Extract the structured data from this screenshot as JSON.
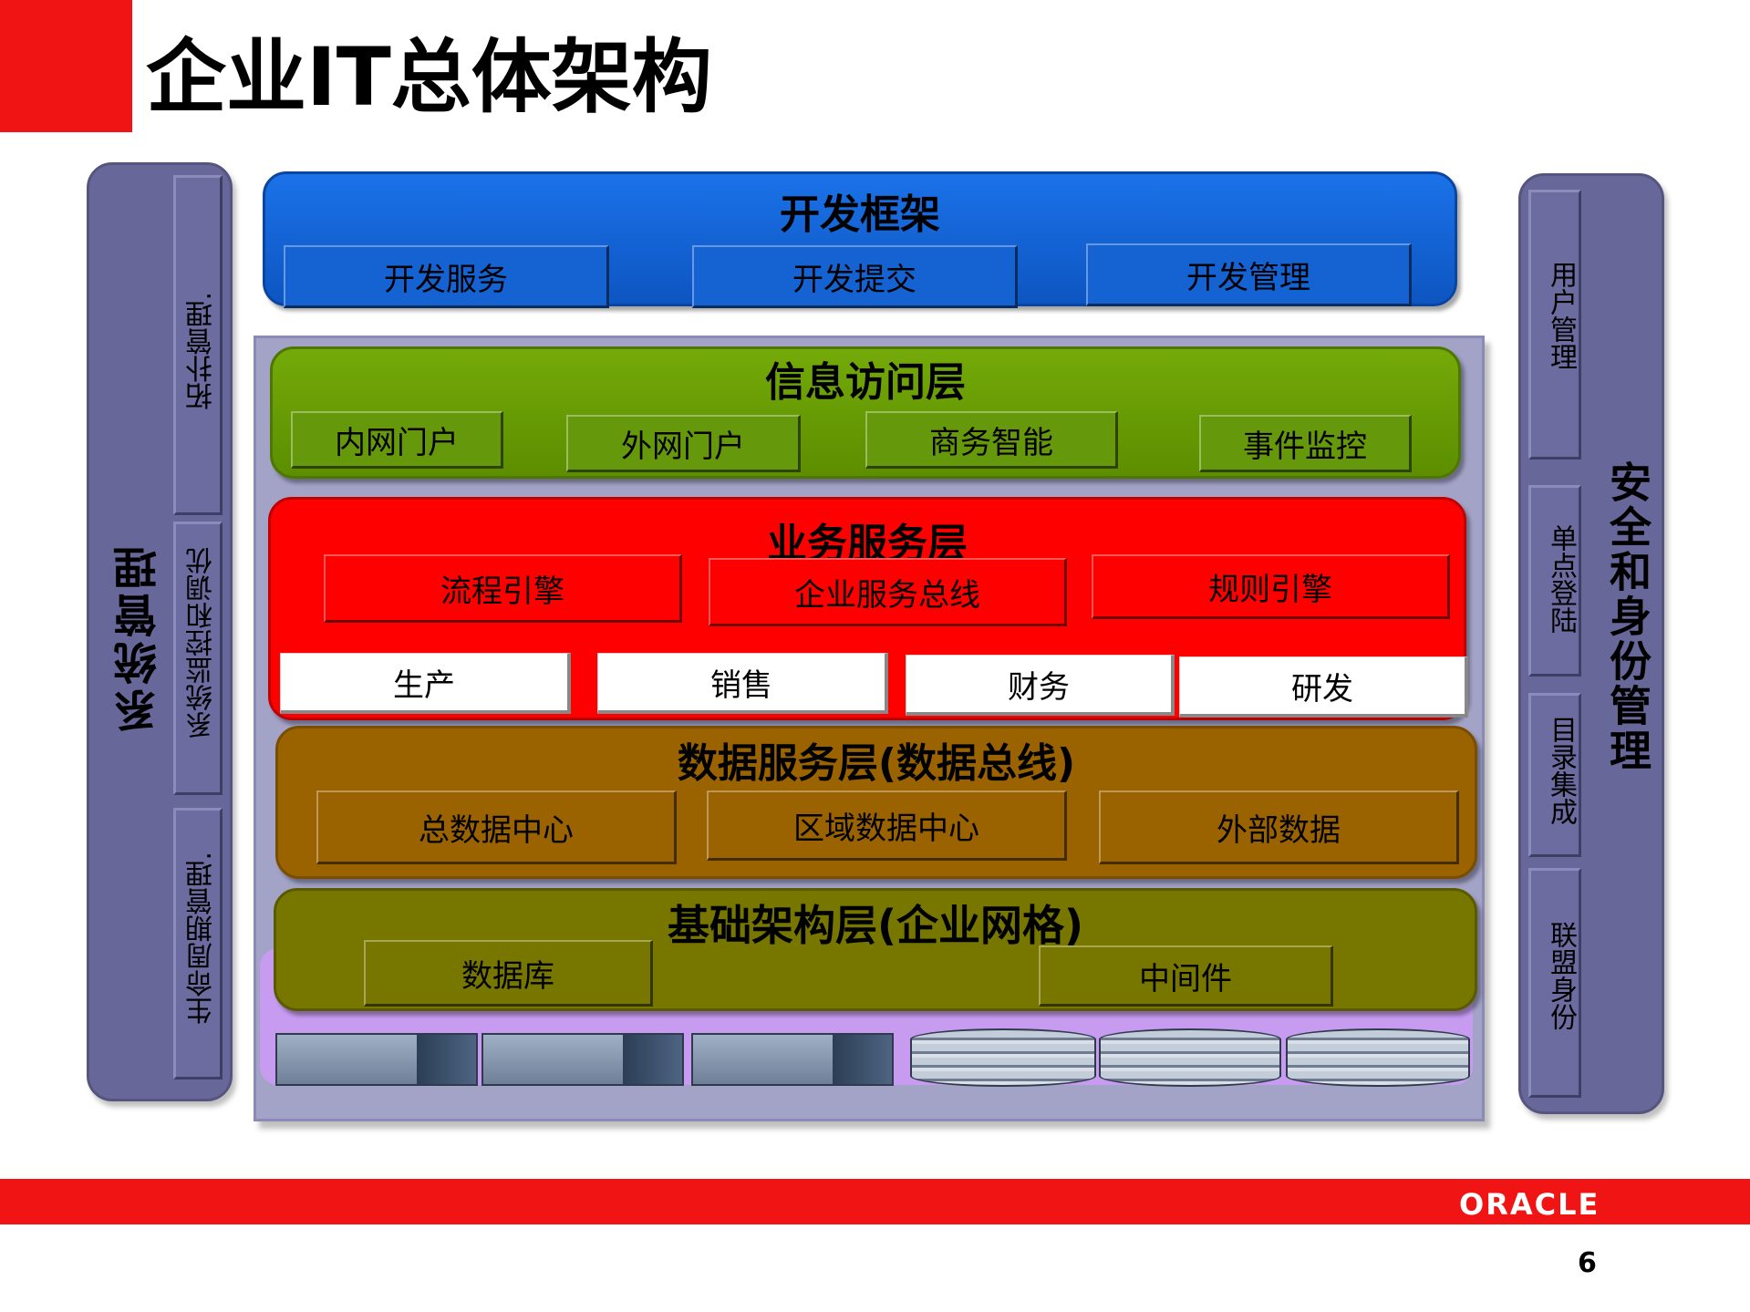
{
  "title": "企业IT总体架构",
  "left_panel": {
    "title": "系统管理",
    "items": [
      "拓扑管理.",
      "系统监控和调优",
      "生命周期管理."
    ]
  },
  "right_panel": {
    "title": "安全和身份管理",
    "items": [
      "用户管理",
      "单点登陆",
      "目录集成",
      "联盟身份"
    ]
  },
  "dev_framework": {
    "title": "开发框架",
    "items": [
      "开发服务",
      "开发提交",
      "开发管理"
    ]
  },
  "info_access": {
    "title": "信息访问层",
    "items": [
      "内网门户",
      "外网门户",
      "商务智能",
      "事件监控"
    ]
  },
  "business_service": {
    "title": "业务服务层",
    "items": [
      "流程引擎",
      "企业服务总线",
      "规则引擎"
    ],
    "domains": [
      "生产",
      "销售",
      "财务",
      "研发"
    ]
  },
  "data_service": {
    "title": "数据服务层(数据总线)",
    "items": [
      "总数据中心",
      "区域数据中心",
      "外部数据"
    ]
  },
  "infrastructure": {
    "title": "基础架构层(企业网格)",
    "items": [
      "数据库",
      "中间件"
    ]
  },
  "colors": {
    "brand_red": "#f01414",
    "dev_blue": "#1565d8",
    "info_green": "#669a00",
    "biz_red": "#ff0000",
    "data_brown": "#9a6300",
    "infra_olive": "#777700",
    "side_purple": "#67679a"
  },
  "footer": {
    "logo": "ORACLE",
    "page_number": "6"
  }
}
